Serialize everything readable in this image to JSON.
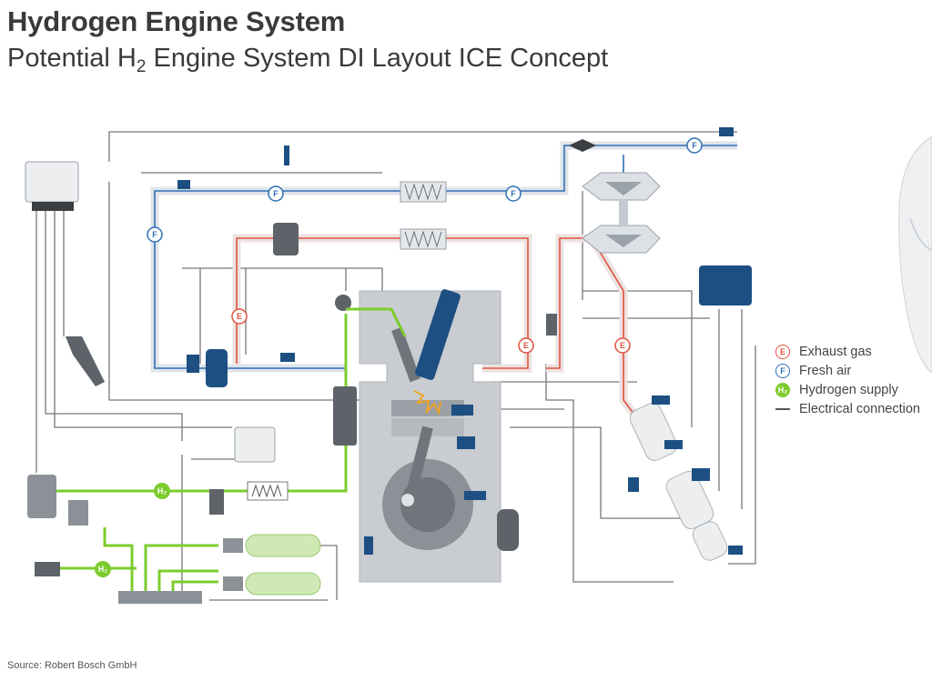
{
  "header": {
    "title": "Hydrogen Engine System",
    "subtitle_pre": "Potential H",
    "subtitle_sub": "2",
    "subtitle_post": " Engine System DI Layout ICE Concept"
  },
  "legend": {
    "items": [
      {
        "symbol": "E",
        "label": "Exhaust gas"
      },
      {
        "symbol": "F",
        "label": "Fresh air"
      },
      {
        "symbol": "H₂",
        "label": "Hydrogen supply"
      },
      {
        "symbol": "",
        "label": "Electrical connection"
      }
    ]
  },
  "markers": {
    "exhaust": "E",
    "fresh": "F",
    "hydrogen": "H₂"
  },
  "colors": {
    "exhaust": "#e0533d",
    "fresh": "#2e6fb5",
    "hydrogen": "#7ccc2e",
    "electrical": "#666666",
    "component": "#1d4f82",
    "engine": "#c9ccd0"
  },
  "footer": {
    "source": "Source: Robert Bosch GmbH"
  }
}
